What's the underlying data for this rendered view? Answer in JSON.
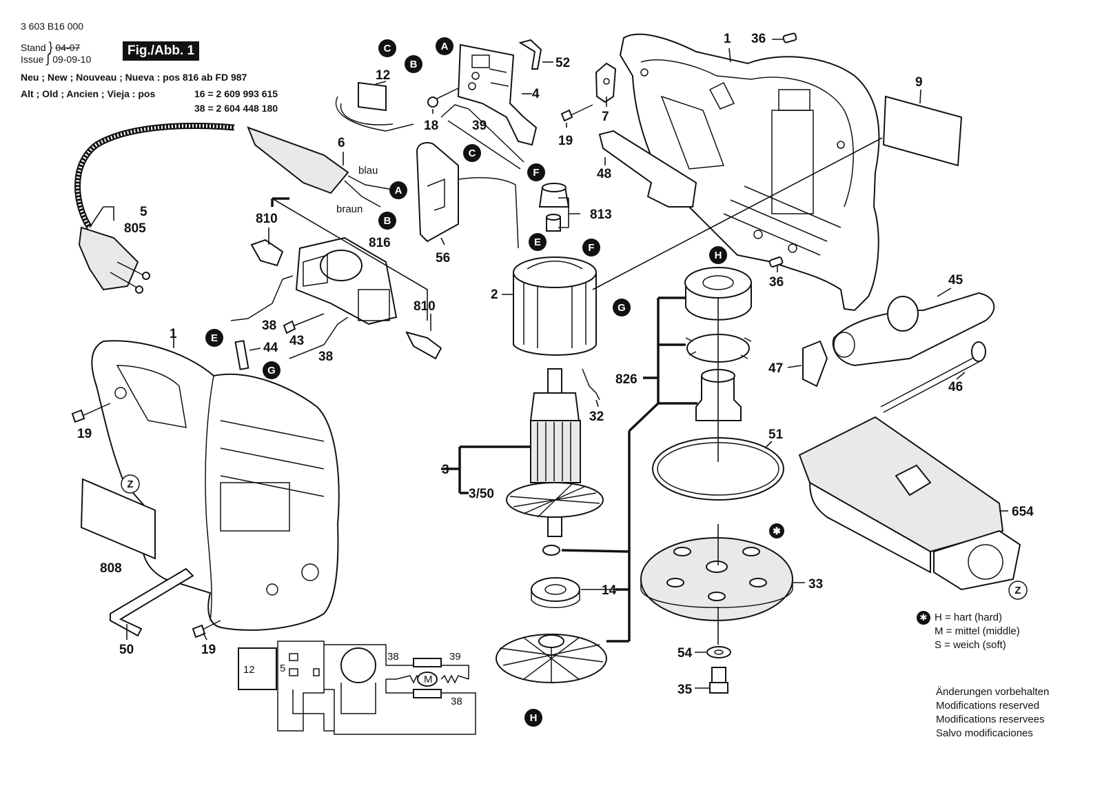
{
  "header": {
    "doc_number": "3 603 B16 000",
    "stand_label": "Stand",
    "stand_struck_date": "04-07",
    "issue_label": "Issue",
    "issue_date": "09-09-10",
    "figure_label": "Fig./Abb. 1",
    "new_line": "Neu ; New ; Nouveau ; Nueva : pos 816 ab FD 987",
    "old_line_prefix": "Alt ; Old ; Ancien ; Vieja : pos",
    "old_line_1": "16 = 2 609 993 615",
    "old_line_2": "38 = 2 604 448 180"
  },
  "part_labels": {
    "p1_top": "1",
    "p36_top": "36",
    "p52": "52",
    "p12": "12",
    "p4": "4",
    "p18": "18",
    "p39": "39",
    "p7": "7",
    "p19_top": "19",
    "p9": "9",
    "p48": "48",
    "p6": "6",
    "p5": "5",
    "p805": "805",
    "p810_top": "810",
    "p816": "816",
    "p56": "56",
    "p813": "813",
    "p36_mid": "36",
    "p45": "45",
    "p2": "2",
    "p810_mid": "810",
    "p38_a": "38",
    "p43": "43",
    "p44": "44",
    "p38_b": "38",
    "p1_left": "1",
    "p19_left": "19",
    "p47": "47",
    "p46": "46",
    "p826": "826",
    "p32": "32",
    "p51": "51",
    "p3": "3",
    "p3_50": "3/50",
    "p654": "654",
    "p808": "808",
    "p14": "14",
    "p33": "33",
    "p50": "50",
    "p19_bottom": "19",
    "p54": "54",
    "p35": "35",
    "wiring_12": "12",
    "wiring_5": "5",
    "wiring_38_top": "38",
    "wiring_39": "39",
    "wiring_38_bottom": "38",
    "wiring_motor": "M"
  },
  "wire_labels": {
    "blue": "blau",
    "brown": "braun"
  },
  "connector_letters": {
    "a1": "A",
    "a2": "A",
    "b1": "B",
    "b2": "B",
    "c1": "C",
    "c2": "C",
    "e1": "E",
    "e2": "E",
    "f1": "F",
    "f2": "F",
    "g1": "G",
    "g2": "G",
    "h1": "H",
    "h2": "H",
    "z1": "Z",
    "z2": "Z"
  },
  "legend": {
    "marker": "✱",
    "hard": "H = hart (hard)",
    "medium": "M = mittel (middle)",
    "soft": "S = weich (soft)"
  },
  "notes": {
    "de": "Änderungen vorbehalten",
    "en": "Modifications reserved",
    "fr": "Modifications reservees",
    "es": "Salvo modificaciones"
  }
}
